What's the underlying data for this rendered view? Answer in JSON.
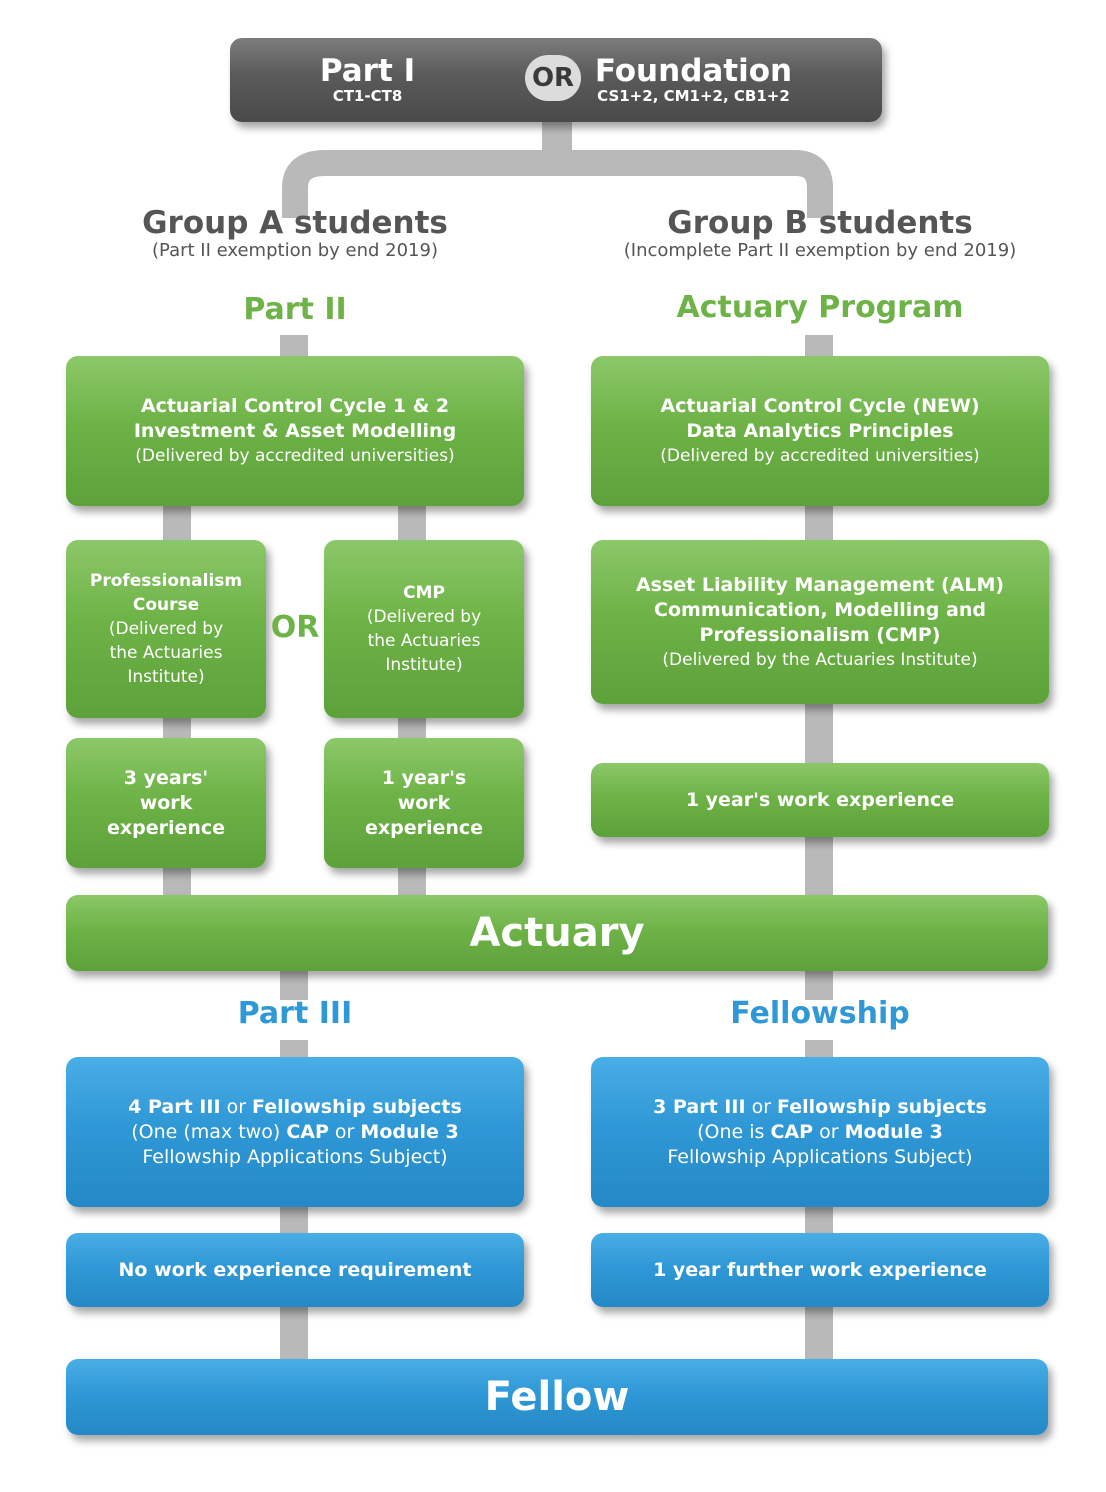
{
  "top": {
    "left_title": "Part I",
    "left_sub": "CT1-CT8",
    "or": "OR",
    "right_title": "Foundation",
    "right_sub": "CS1+2, CM1+2, CB1+2"
  },
  "group_a": {
    "title": "Group A students",
    "subtitle": "(Part II exemption by end 2019)",
    "stage": "Part II",
    "box1": {
      "line1": "Actuarial Control Cycle 1 & 2",
      "line2": "Investment & Asset Modelling",
      "line3": "(Delivered by accredited universities)"
    },
    "prof": {
      "line1": "Professionalism",
      "line2": "Course",
      "line3": "(Delivered by",
      "line4": "the Actuaries",
      "line5": "Institute)"
    },
    "or": "OR",
    "cmp": {
      "line1": "CMP",
      "line2": "(Delivered by",
      "line3": "the Actuaries",
      "line4": "Institute)"
    },
    "work3": {
      "line1": "3 years'",
      "line2": "work",
      "line3": "experience"
    },
    "work1": {
      "line1": "1 year's",
      "line2": "work",
      "line3": "experience"
    }
  },
  "group_b": {
    "title": "Group B students",
    "subtitle": "(Incomplete Part II exemption by end 2019)",
    "stage": "Actuary Program",
    "box1": {
      "line1": "Actuarial Control Cycle (NEW)",
      "line2": "Data Analytics Principles",
      "line3": "(Delivered by accredited universities)"
    },
    "box2": {
      "line1": "Asset Liability Management (ALM)",
      "line2": "Communication, Modelling and",
      "line3": "Professionalism (CMP)",
      "line4": "(Delivered by the Actuaries Institute)"
    },
    "work": "1 year's work experience"
  },
  "actuary": "Actuary",
  "part3": {
    "stage": "Part III",
    "box": {
      "l1_a": "4 Part III",
      "l1_or": " or ",
      "l1_b": "Fellowship subjects",
      "l2_a": "(One (max two) ",
      "l2_b": "CAP",
      "l2_or": " or ",
      "l2_c": "Module 3",
      "l3": "Fellowship Applications Subject)"
    },
    "work": "No work experience requirement"
  },
  "fellowship": {
    "stage": "Fellowship",
    "box": {
      "l1_a": "3 Part III",
      "l1_or": " or ",
      "l1_b": "Fellowship subjects",
      "l2_a": "(One is ",
      "l2_b": "CAP",
      "l2_or": " or ",
      "l2_c": "Module 3",
      "l3": "Fellowship Applications Subject)"
    },
    "work": "1 year further work experience"
  },
  "fellow": "Fellow",
  "colors": {
    "green": "#6eb347",
    "blue": "#2f98d6",
    "grey": "#5a5a5a",
    "connector": "#b9b9b9"
  }
}
